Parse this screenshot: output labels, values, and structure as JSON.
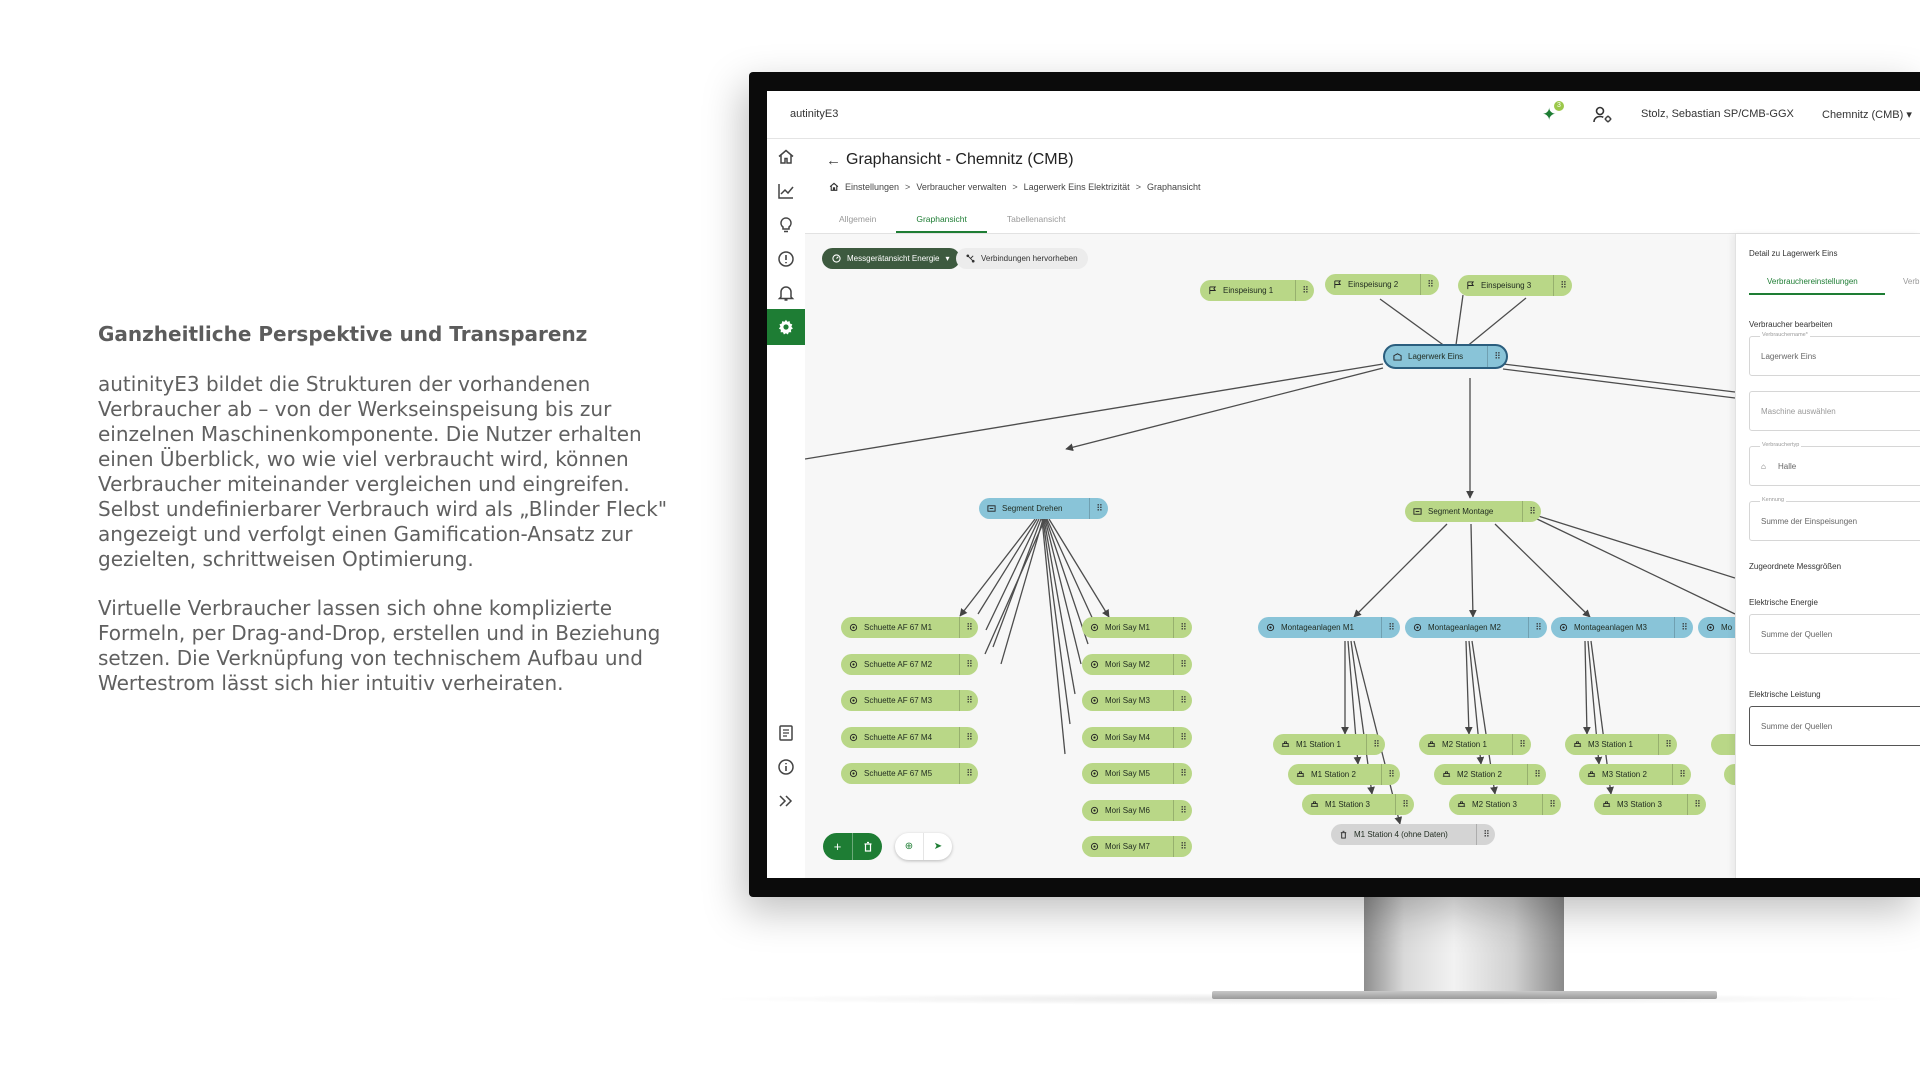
{
  "marketing": {
    "heading": "Ganzheitliche Perspektive und Transparenz",
    "paragraph1": "autinityE3 bildet die Strukturen der vorhandenen Verbraucher ab – von der Werkseinspeisung bis zur einzelnen Maschinenkomponente. Die Nutzer erhalten einen Überblick, wo wie viel verbraucht wird, können Verbraucher miteinander vergleichen und eingreifen. Selbst undefinierbarer Verbrauch wird als „Blinder Fleck\" angezeigt und verfolgt einen Gamification-Ansatz zur gezielten, schrittweisen Optimierung.",
    "paragraph2": "Virtuelle Verbraucher lassen sich ohne komplizierte Formeln, per Drag-and-Drop, erstellen und in Beziehung setzen. Die Verknüpfung von technischem Aufbau und Wertestrom lässt sich hier intuitiv verheiraten."
  },
  "app": {
    "title": "autinityE3",
    "notification_count": "3",
    "user_name": "Stolz, Sebastian SP/CMB-GGX",
    "plant": "Chemnitz (CMB)",
    "plant_caret": "▾"
  },
  "sidebar": {
    "items": [
      {
        "name": "home-icon",
        "active": false
      },
      {
        "name": "chart-icon",
        "active": false
      },
      {
        "name": "lightbulb-icon",
        "active": false
      },
      {
        "name": "alert-icon",
        "active": false
      },
      {
        "name": "bell-icon",
        "active": false
      },
      {
        "name": "gear-icon",
        "active": true
      }
    ],
    "bottom_items": [
      {
        "name": "book-icon"
      },
      {
        "name": "info-icon"
      },
      {
        "name": "expand-icon"
      }
    ]
  },
  "page": {
    "back": "←",
    "title": "Graphansicht - Chemnitz (CMB)",
    "breadcrumb": [
      "Einstellungen",
      "Verbraucher verwalten",
      "Lagerwerk Eins Elektrizität",
      "Graphansicht"
    ],
    "breadcrumb_sep": ">",
    "tabs": [
      "Allgemein",
      "Graphansicht",
      "Tabellenansicht"
    ],
    "active_tab": 1
  },
  "toolbar": {
    "view_dropdown": "Messgerätansicht Energie",
    "view_caret": "▾",
    "highlight_button": "Verbindungen hervorheben"
  },
  "graph": {
    "grip": "⠿",
    "nodes": {
      "einspeisung1": "Einspeisung 1",
      "einspeisung2": "Einspeisung 2",
      "einspeisung3": "Einspeisung 3",
      "lagerwerk": "Lagerwerk Eins",
      "segment_drehen": "Segment Drehen",
      "segment_montage": "Segment Montage",
      "schuette": [
        "Schuette AF 67 M1",
        "Schuette AF 67 M2",
        "Schuette AF 67 M3",
        "Schuette AF 67 M4",
        "Schuette AF 67 M5"
      ],
      "mori": [
        "Mori Say M1",
        "Mori Say M2",
        "Mori Say M3",
        "Mori Say M4",
        "Mori Say M5",
        "Mori Say M6",
        "Mori Say M7"
      ],
      "montageanlagen": [
        "Montageanlagen M1",
        "Montageanlagen M2",
        "Montageanlagen M3",
        "Mo"
      ],
      "m1_stations": [
        "M1 Station 1",
        "M1 Station 2",
        "M1 Station 3"
      ],
      "m2_stations": [
        "M2 Station 1",
        "M2 Station 2",
        "M2 Station 3"
      ],
      "m3_stations": [
        "M3 Station 1",
        "M3 Station 2",
        "M3 Station 3"
      ],
      "m1_station4": "M1 Station 4 (ohne Daten)"
    },
    "add_button": "+",
    "delete_button": "🗑",
    "tool_target": "⊕",
    "tool_pointer": "➤"
  },
  "detail": {
    "title": "Detail zu Lagerwerk Eins",
    "tab_active": "Verbrauchereinstellungen",
    "tab_inactive": "Verbi",
    "section_edit": "Verbraucher bearbeiten",
    "name_label": "Verbrauchername*",
    "name_value": "Lagerwerk Eins",
    "machine_placeholder": "Maschine auswählen",
    "type_label": "Verbrauchertyp",
    "type_value": "Halle",
    "kennung_label": "Kennung",
    "kennung_value": "Summe der Einspeisungen",
    "section_assigned": "Zugeordnete Messgrößen",
    "energy_label": "Elektrische Energie",
    "energy_value": "Summe der Quellen",
    "power_label": "Elektrische Leistung",
    "power_value": "Summe der Quellen"
  },
  "colors": {
    "accent": "#1e7d34",
    "node_green": "#b9d787",
    "node_blue": "#89c4d8",
    "dropdown_bg": "#3d5a3f"
  }
}
